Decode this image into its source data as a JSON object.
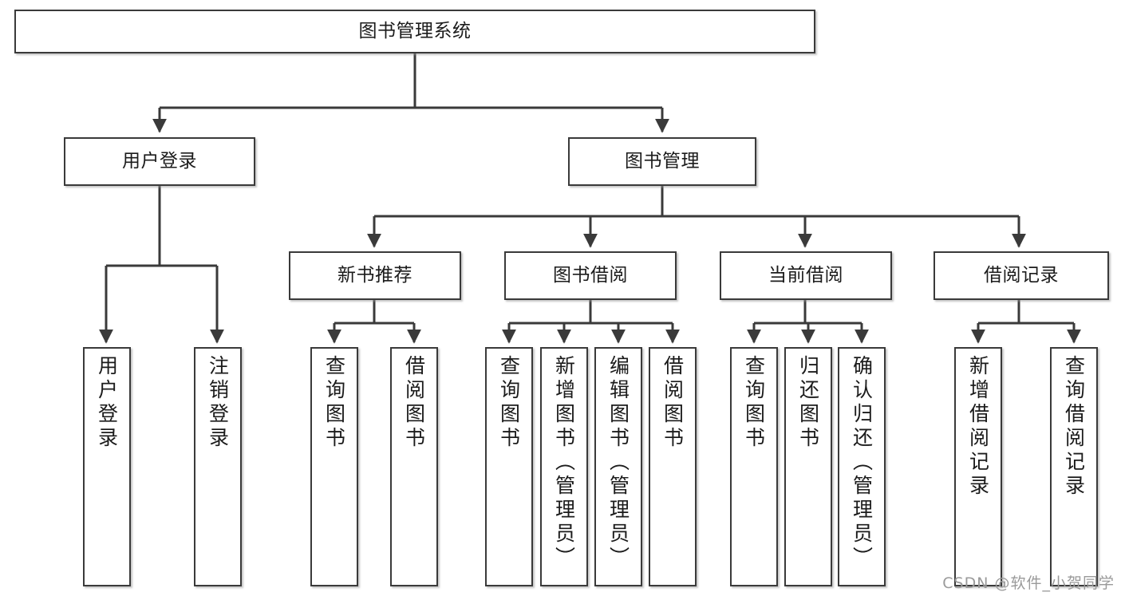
{
  "diagram": {
    "title": "图书管理系统",
    "watermark": "CSDN @软件_小贺同学",
    "stroke_color": "#3a3a3a",
    "fill_color": "#ffffff",
    "text_color": "#1b1b1b",
    "watermark_color": "#9a9a9a"
  },
  "nodes": {
    "root": {
      "label": "图书管理系统"
    },
    "level2": [
      {
        "label": "用户登录"
      },
      {
        "label": "图书管理"
      }
    ],
    "level3": [
      {
        "label": "新书推荐"
      },
      {
        "label": "图书借阅"
      },
      {
        "label": "当前借阅"
      },
      {
        "label": "借阅记录"
      }
    ],
    "leaves": {
      "user_login": [
        {
          "label": "用户登录"
        },
        {
          "label": "注销登录"
        }
      ],
      "new_book_recommend": [
        {
          "label": "查询图书"
        },
        {
          "label": "借阅图书"
        }
      ],
      "book_borrow": [
        {
          "label": "查询图书"
        },
        {
          "label": "新增图书（管理员）"
        },
        {
          "label": "编辑图书（管理员）"
        },
        {
          "label": "借阅图书"
        }
      ],
      "current_borrow": [
        {
          "label": "查询图书"
        },
        {
          "label": "归还图书"
        },
        {
          "label": "确认归还（管理员）"
        }
      ],
      "borrow_record": [
        {
          "label": "新增借阅记录"
        },
        {
          "label": "查询借阅记录"
        }
      ]
    }
  }
}
